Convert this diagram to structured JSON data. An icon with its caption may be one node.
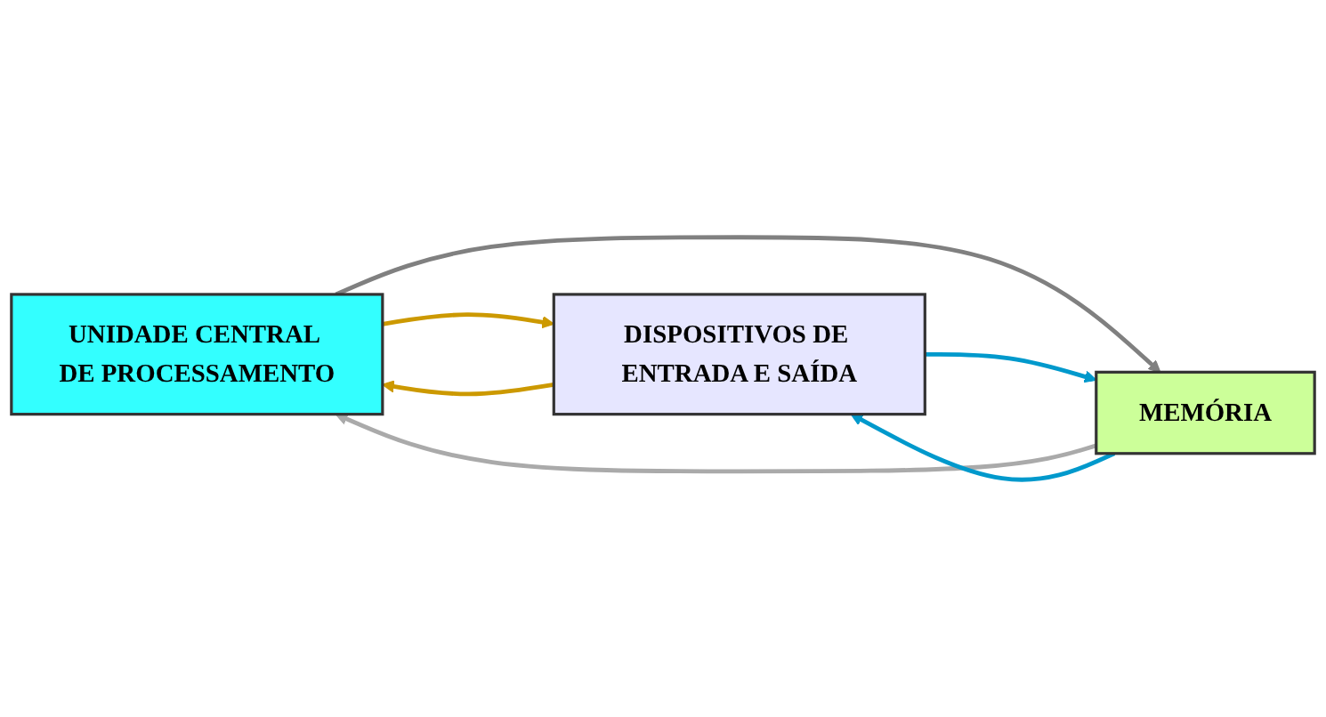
{
  "diagram": {
    "nodes": [
      {
        "text": [
          "UNIDADE CENTRAL DE PROCESSAMENTO"
        ]
      },
      {
        "text": [
          "DISPOSITIVOS DE ENTRADA E SAÍDA"
        ]
      },
      {
        "text": [
          "MEMÓRIA"
        ]
      }
    ],
    "edges": [
      {
        "from": 0,
        "to": 1,
        "arrow": "to",
        "color": "#cc9900"
      },
      {
        "from": 1,
        "to": 0,
        "arrow": "to",
        "color": "#cc9900"
      },
      {
        "from": 2,
        "to": 0,
        "arrow": "to",
        "color": "#aaaaaa"
      },
      {
        "from": 0,
        "to": 2,
        "arrow": "to",
        "color": "#808080"
      },
      {
        "from": 2,
        "to": 1,
        "arrow": "to",
        "color": "#0099cc"
      },
      {
        "from": 1,
        "to": 2,
        "arrow": "to",
        "color": "#0099cc"
      }
    ]
  }
}
